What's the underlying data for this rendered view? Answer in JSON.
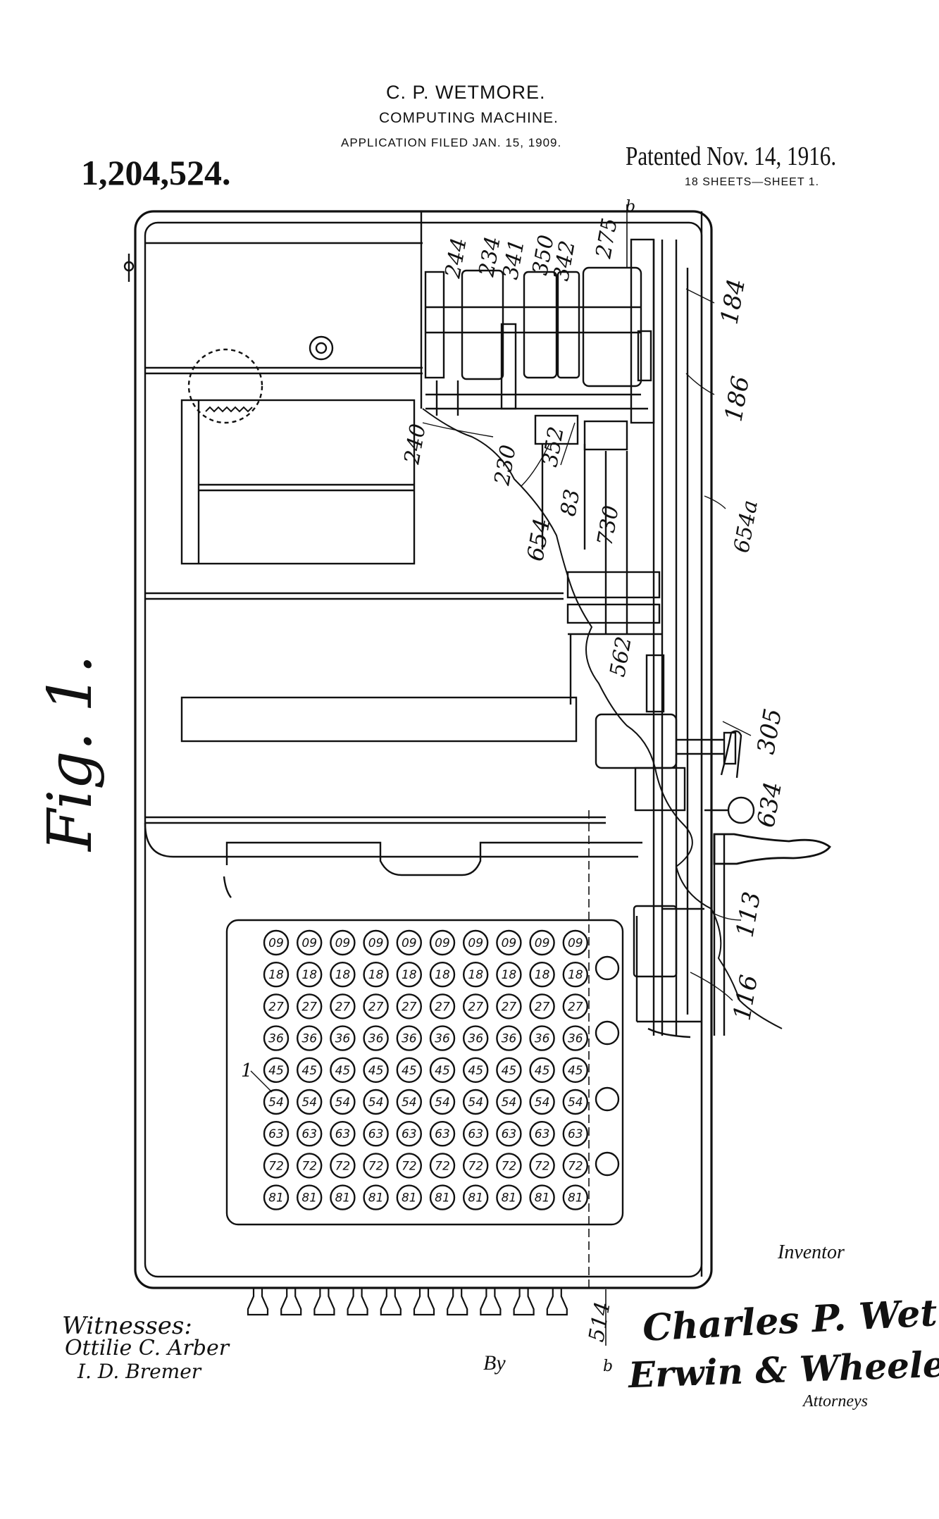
{
  "header": {
    "inventor_name": "C. P. WETMORE.",
    "title": "COMPUTING MACHINE.",
    "application": "APPLICATION FILED JAN. 15, 1909.",
    "patent_number": "1,204,524.",
    "patented": "Patented Nov. 14, 1916.",
    "sheets": "18 SHEETS—SHEET 1."
  },
  "figure_label": "Fig. 1.",
  "reference_numerals": {
    "r244": "244",
    "r234": "234",
    "r341": "341",
    "r350": "350",
    "r342": "342",
    "r275": "275",
    "r184": "184",
    "r186": "186",
    "r240": "240",
    "r230": "230",
    "r352": "352",
    "r654": "654",
    "r83": "83",
    "r730": "730",
    "r654a": "654a",
    "r562": "562",
    "r305": "305",
    "r634": "634",
    "r113": "113",
    "r116": "116",
    "r514": "514",
    "r1": "1",
    "rb_top": "b",
    "rb_bottom": "b"
  },
  "keyboard": {
    "rows": [
      [
        "09",
        "09",
        "09",
        "09",
        "09",
        "09",
        "09",
        "09",
        "09",
        "09"
      ],
      [
        "18",
        "18",
        "18",
        "18",
        "18",
        "18",
        "18",
        "18",
        "18",
        "18"
      ],
      [
        "27",
        "27",
        "27",
        "27",
        "27",
        "27",
        "27",
        "27",
        "27",
        "27"
      ],
      [
        "36",
        "36",
        "36",
        "36",
        "36",
        "36",
        "36",
        "36",
        "36",
        "36"
      ],
      [
        "45",
        "45",
        "45",
        "45",
        "45",
        "45",
        "45",
        "45",
        "45",
        "45"
      ],
      [
        "54",
        "54",
        "54",
        "54",
        "54",
        "54",
        "54",
        "54",
        "54",
        "54"
      ],
      [
        "63",
        "63",
        "63",
        "63",
        "63",
        "63",
        "63",
        "63",
        "63",
        "63"
      ],
      [
        "72",
        "72",
        "72",
        "72",
        "72",
        "72",
        "72",
        "72",
        "72",
        "72"
      ],
      [
        "81",
        "81",
        "81",
        "81",
        "81",
        "81",
        "81",
        "81",
        "81",
        "81"
      ]
    ]
  },
  "signatures": {
    "witnesses_label": "Witnesses:",
    "witness_1": "Ottilie C. Arber",
    "witness_2": "I. D. Bremer",
    "inventor_label": "Inventor",
    "inventor_signature": "Charles P. Wetmore",
    "by_label": "By",
    "attorneys_signature": "Erwin & Wheeler",
    "attorneys_label": "Attorneys"
  }
}
